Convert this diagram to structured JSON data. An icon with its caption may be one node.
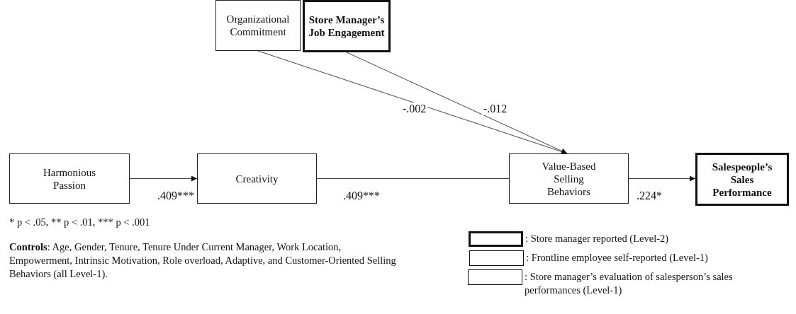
{
  "diagram": {
    "nodes": [
      {
        "text": [
          "Organizational Commitment"
        ]
      },
      {
        "text": [
          "Store Manager’s Job Engagement"
        ]
      },
      {
        "text": [
          "Harmonious Passion"
        ]
      },
      {
        "text": [
          "Creativity"
        ]
      },
      {
        "text": [
          "Value-Based Selling Behaviors"
        ]
      },
      {
        "text": [
          "Salespeople’s Sales Performance"
        ]
      }
    ],
    "edges": [
      {
        "from": 2,
        "to": 3,
        "arrow": "to",
        "label": ".409***"
      },
      {
        "from": 3,
        "to": 4,
        "arrow": "none",
        "label": ".409***"
      },
      {
        "from": 4,
        "to": 5,
        "arrow": "to",
        "label": ".224*"
      },
      {
        "from": 0,
        "to": 4,
        "arrow": "to",
        "label": "-.002"
      },
      {
        "from": 1,
        "to": 4,
        "arrow": "to",
        "label": "-.012"
      }
    ],
    "labels": [
      "* p < .05, ** p < .01, *** p < .001",
      "**Controls**: Age, Gender, Tenure, Tenure Under Current Manager, Work Location, Empowerment, Intrinsic Motivation, Role overload, Adaptive, and Customer-Oriented Selling Behaviors (all Level-1)."
    ],
    "legend": [
      {
        "text": ": Store manager reported (Level-2)"
      },
      {
        "text": ": Frontline employee self-reported (Level-1)"
      },
      {
        "text": ": Store manager’s evaluation of salesperson’s sales performances (Level-1)"
      }
    ]
  }
}
